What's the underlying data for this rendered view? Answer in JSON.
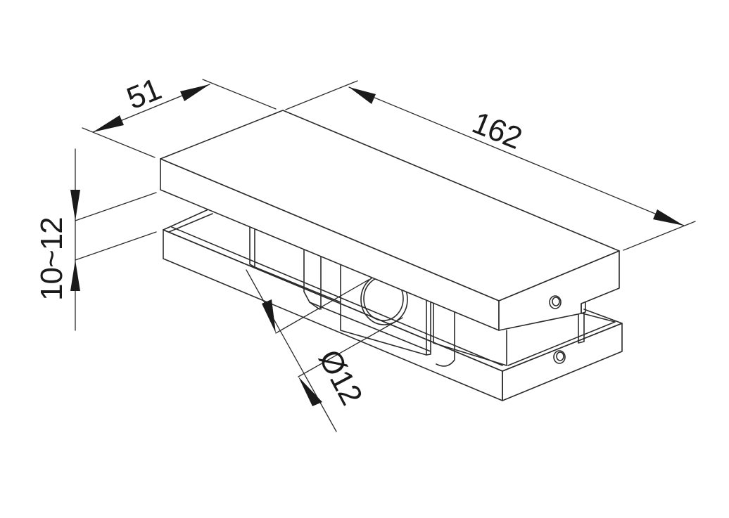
{
  "dimensions": {
    "width_label": "51",
    "length_label": "162",
    "thickness_label": "10~12",
    "hole_label": "Ø12"
  },
  "colors": {
    "line": "#2b2b2b",
    "background": "#ffffff"
  }
}
